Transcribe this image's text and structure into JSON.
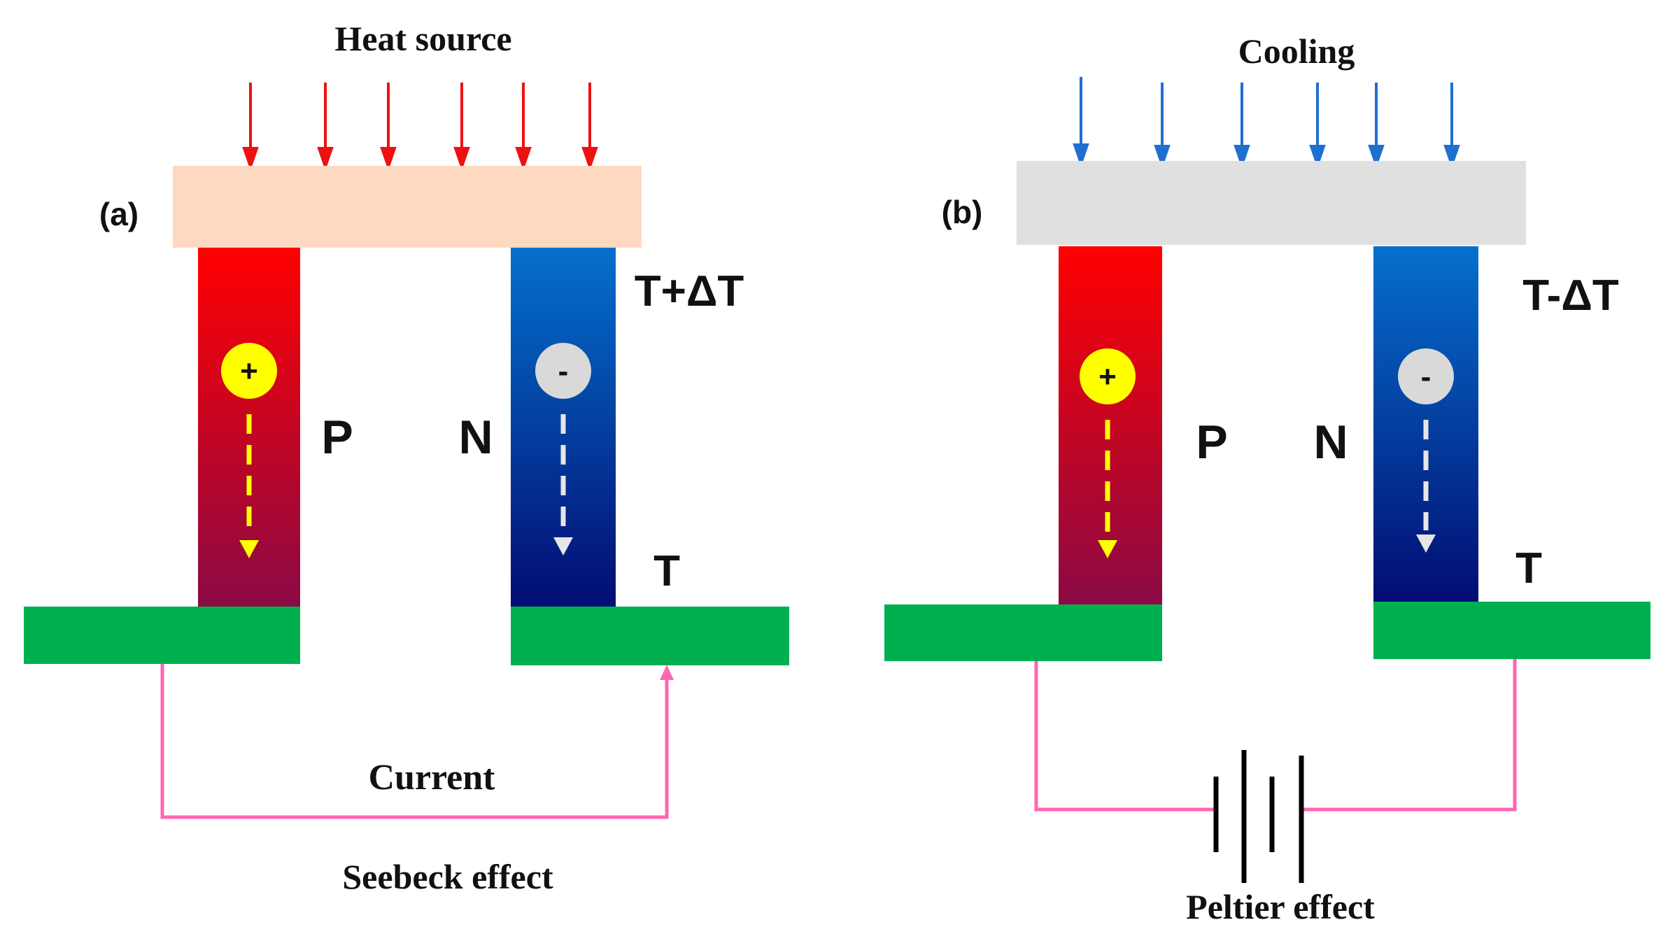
{
  "panel_a": {
    "label": "(a)",
    "top_label": "Heat source",
    "hot_label": "T+ΔT",
    "cold_label": "T",
    "p_label": "P",
    "n_label": "N",
    "hole_symbol": "+",
    "electron_symbol": "-",
    "current_label": "Current",
    "effect_label": "Seebeck effect",
    "top_plate_color": "#fdd9c1",
    "arrow_color": "#ee1111"
  },
  "panel_b": {
    "label": "(b)",
    "top_label": "Cooling",
    "hot_label": "T-ΔT",
    "cold_label": "T",
    "p_label": "P",
    "n_label": "N",
    "hole_symbol": "+",
    "electron_symbol": "-",
    "effect_label": "Peltier effect",
    "top_plate_color": "#e0e0e0",
    "arrow_color": "#1f6fd0"
  },
  "colors": {
    "p_top": "#ff0000",
    "p_bottom": "#8b0a45",
    "n_top": "#0570cc",
    "n_bottom": "#020d73",
    "electrode": "#00b04f",
    "wire": "#ff66b3",
    "hole": "#ffff00",
    "electron": "#d9d9d9"
  }
}
